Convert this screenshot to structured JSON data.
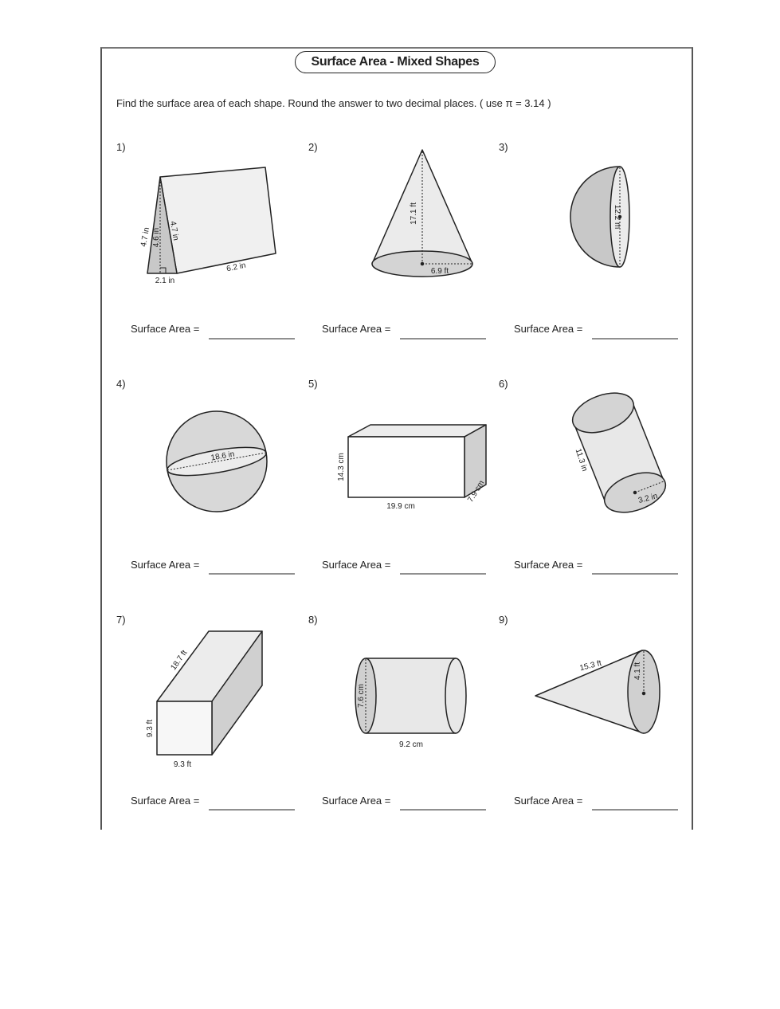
{
  "title": "Surface Area - Mixed Shapes",
  "instructions": "Find the surface area of each shape. Round the answer to two decimal places. ( use π = 3.14 )",
  "answer_label": "Surface Area =",
  "problems": [
    {
      "number": "1)",
      "shape": "triangular prism",
      "labels": [
        "4.7 in",
        "4.6 in",
        "4.7 in",
        "2.1 in",
        "6.2 in"
      ]
    },
    {
      "number": "2)",
      "shape": "cone",
      "labels": [
        "17.1 ft",
        "6.9 ft"
      ]
    },
    {
      "number": "3)",
      "shape": "hemisphere",
      "labels": [
        "12.2 m"
      ]
    },
    {
      "number": "4)",
      "shape": "sphere",
      "labels": [
        "18.6 in"
      ]
    },
    {
      "number": "5)",
      "shape": "rectangular prism",
      "labels": [
        "14.3 cm",
        "19.9 cm",
        "7.9 cm"
      ]
    },
    {
      "number": "6)",
      "shape": "cylinder",
      "labels": [
        "11.3 in",
        "3.2 in"
      ]
    },
    {
      "number": "7)",
      "shape": "rectangular prism",
      "labels": [
        "18.7 ft",
        "9.3 ft",
        "9.3 ft"
      ]
    },
    {
      "number": "8)",
      "shape": "cylinder",
      "labels": [
        "7.6 cm",
        "9.2 cm"
      ]
    },
    {
      "number": "9)",
      "shape": "cone",
      "labels": [
        "15.3 ft",
        "4.1 ft"
      ]
    }
  ],
  "colors": {
    "shape_fill": "#e6e6e6",
    "shade_fill": "#c8c8c8",
    "stroke": "#222222"
  }
}
